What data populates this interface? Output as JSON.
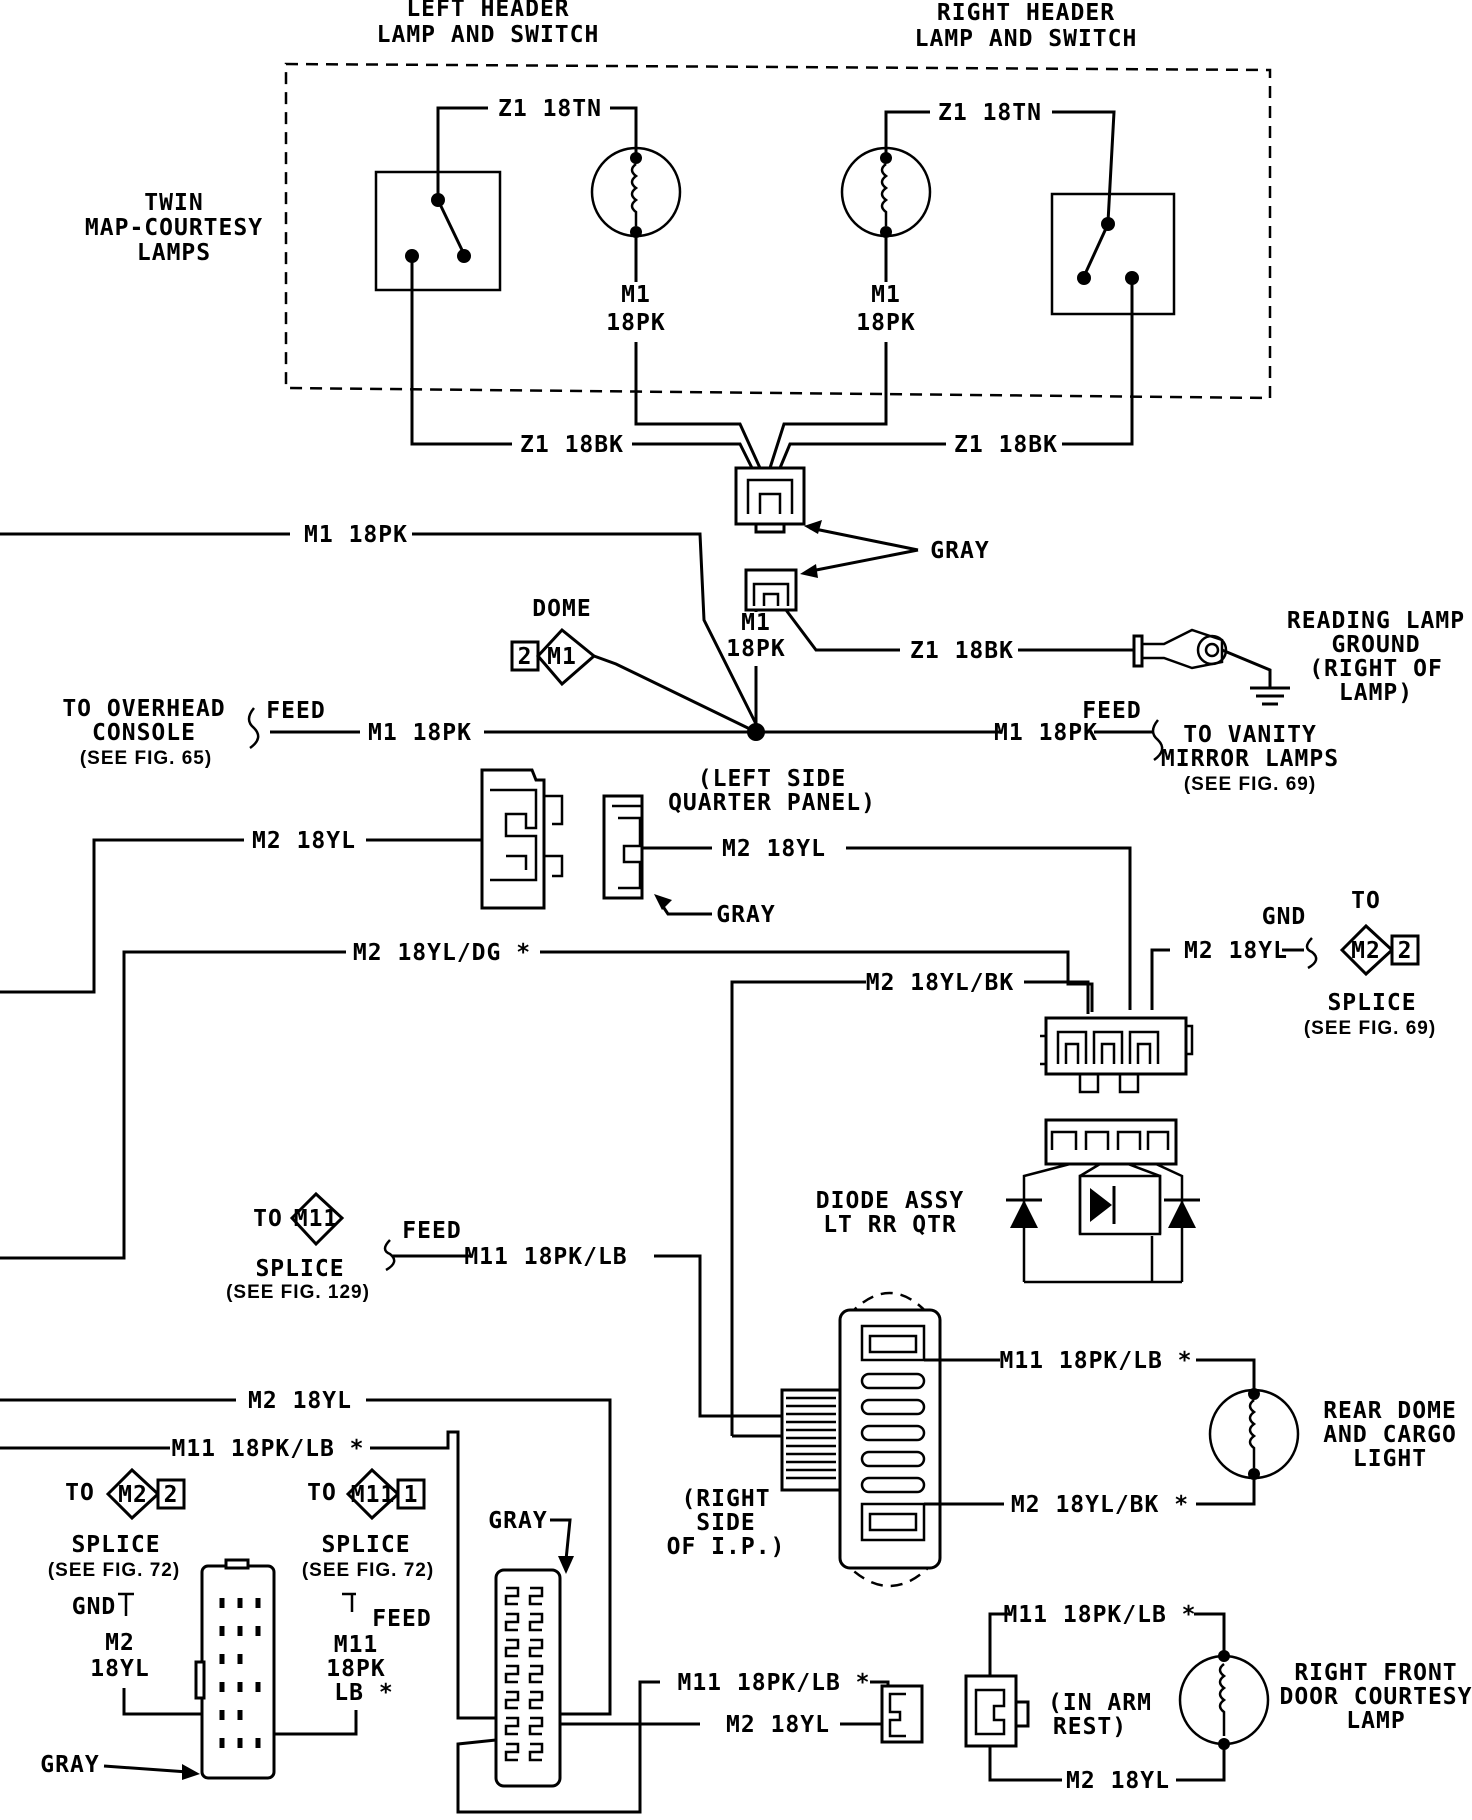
{
  "header": {
    "left_title": [
      "LEFT HEADER",
      "LAMP AND SWITCH"
    ],
    "right_title": [
      "RIGHT HEADER",
      "LAMP AND SWITCH"
    ],
    "twin_lamps": [
      "TWIN",
      "MAP-COURTESY",
      "LAMPS"
    ]
  },
  "wires": {
    "z1_18tn": "Z1 18TN",
    "z1_18bk": "Z1 18BK",
    "m1_18pk": "M1 18PK",
    "m1_split": [
      "M1",
      "18PK"
    ],
    "m2_18yl": "M2 18YL",
    "m2_18yl_dg": "M2 18YL/DG *",
    "m2_18yl_bk": "M2 18YL/BK",
    "m2_18yl_bk_star": "M2 18YL/BK *",
    "m11_18pk_lb": "M11 18PK/LB",
    "m11_18pk_lb_star": "M11 18PK/LB *",
    "m2_split": [
      "M2",
      "18YL"
    ],
    "m11_split": [
      "M11",
      "18PK",
      "LB *"
    ]
  },
  "labels": {
    "gray": "GRAY",
    "dome": "DOME",
    "feed": "FEED",
    "gnd": "GND",
    "to": "TO",
    "splice": "SPLICE",
    "reading_lamp_ground": [
      "READING LAMP",
      "GROUND",
      "(RIGHT OF",
      "LAMP)"
    ],
    "to_overhead_console": [
      "TO OVERHEAD",
      "CONSOLE"
    ],
    "see_fig_65": "(SEE FIG. 65)",
    "to_vanity": [
      "TO VANITY",
      "MIRROR LAMPS"
    ],
    "see_fig_69": "(SEE FIG. 69)",
    "left_side_quarter_panel": [
      "(LEFT SIDE",
      "QUARTER PANEL)"
    ],
    "diode_assy": [
      "DIODE ASSY",
      "LT RR QTR"
    ],
    "see_fig_129": "(SEE FIG. 129)",
    "see_fig_72": "(SEE FIG. 72)",
    "right_side_ip": [
      "(RIGHT",
      "SIDE",
      "OF I.P.)"
    ],
    "rear_dome": [
      "REAR DOME",
      "AND CARGO",
      "LIGHT"
    ],
    "in_arm_rest": [
      "(IN ARM",
      "REST)"
    ],
    "right_front_door": [
      "RIGHT FRONT",
      "DOOR COURTESY",
      "LAMP"
    ]
  },
  "splice_tags": {
    "dome": {
      "circuit": "M1",
      "pin": "2"
    },
    "m2_right": {
      "circuit": "M2",
      "pin": "2"
    },
    "m11_mid": {
      "circuit": "M11"
    },
    "m2_left": {
      "circuit": "M2",
      "pin": "2"
    },
    "m11_left": {
      "circuit": "M11",
      "pin": "1"
    }
  },
  "colors": {
    "ink": "#000000",
    "paper": "#ffffff"
  }
}
